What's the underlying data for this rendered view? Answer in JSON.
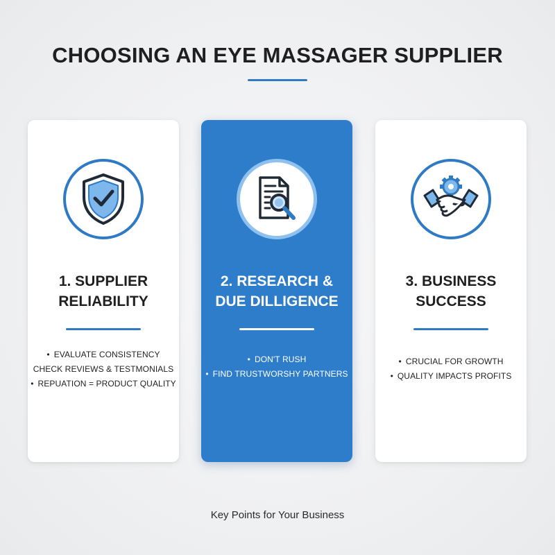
{
  "title": "CHOOSING AN EYE MASSAGER SUPPLIER",
  "accent_color": "#2f7ac4",
  "highlight_card_color": "#2e7dcb",
  "cards": [
    {
      "title_lines": [
        "1. SUPPLIER",
        "RELIABILITY"
      ],
      "icon": "shield-check-icon",
      "bullets": [
        {
          "dot": "•",
          "text": "EVALUATE CONSISTENCY"
        },
        {
          "dot": "",
          "text": "CHECK REVIEWS & TESTMONIALS"
        },
        {
          "dot": "•",
          "text": "REPUATION = PRODUCT QUALITY"
        }
      ]
    },
    {
      "title_lines": [
        "2. RESEARCH &",
        "DUE DILLIGENCE"
      ],
      "icon": "document-search-icon",
      "bullets": [
        {
          "dot": "•",
          "text": "DON'T RUSH"
        },
        {
          "dot": "•",
          "text": "FIND TRUSTWORSHY PARTNERS"
        }
      ]
    },
    {
      "title_lines": [
        "3. BUSINESS",
        "SUCCESS"
      ],
      "icon": "handshake-gear-icon",
      "bullets": [
        {
          "dot": "•",
          "text": "CRUCIAL FOR GROWTH"
        },
        {
          "dot": "•",
          "text": "QUALITY IMPACTS PROFITS"
        }
      ]
    }
  ],
  "footer": "Key Points for Your Business"
}
